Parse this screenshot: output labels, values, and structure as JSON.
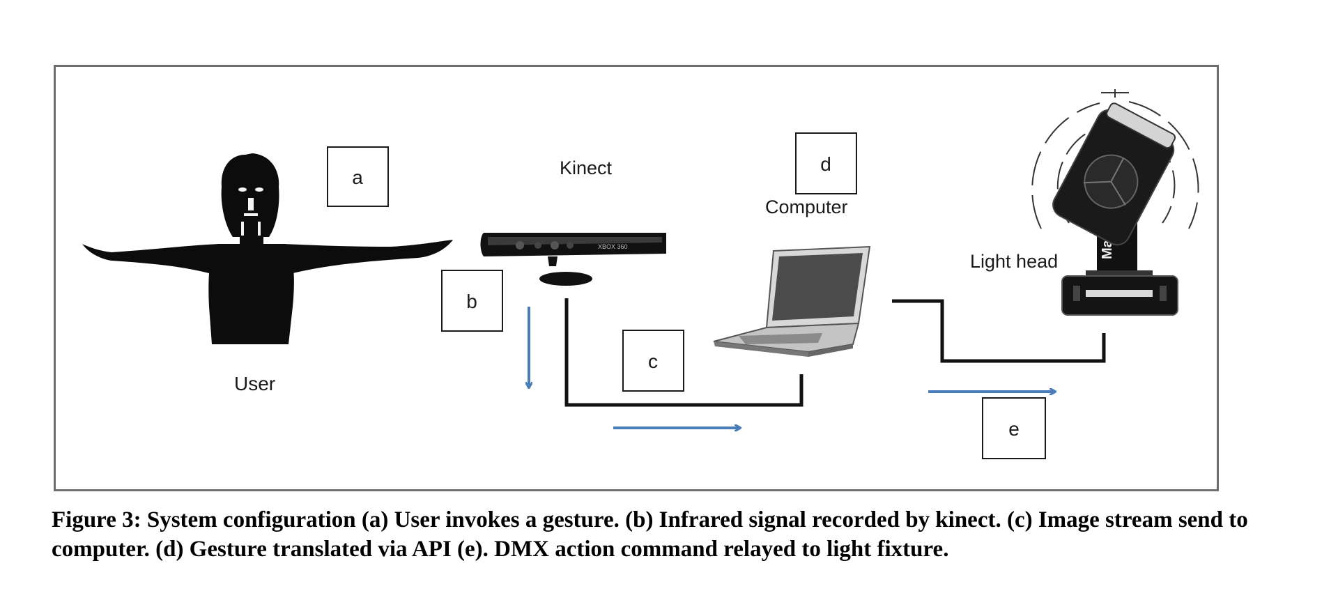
{
  "diagram": {
    "nodes": {
      "user": {
        "label": "User"
      },
      "kinect": {
        "label": "Kinect",
        "device_text": "XBOX 360"
      },
      "computer": {
        "label": "Computer"
      },
      "light_head": {
        "label": "Light head",
        "brand_text": "Martin"
      }
    },
    "step_boxes": {
      "a": "a",
      "b": "b",
      "c": "c",
      "d": "d",
      "e": "e"
    },
    "colors": {
      "arrow": "#4a7ebb",
      "wire": "#111111",
      "frame": "#6e6e6e"
    }
  },
  "caption": "Figure 3: System configuration (a) User invokes a gesture. (b) Infrared signal recorded by kinect. (c) Image stream send to computer. (d) Gesture translated via API (e). DMX action command relayed to light fixture."
}
